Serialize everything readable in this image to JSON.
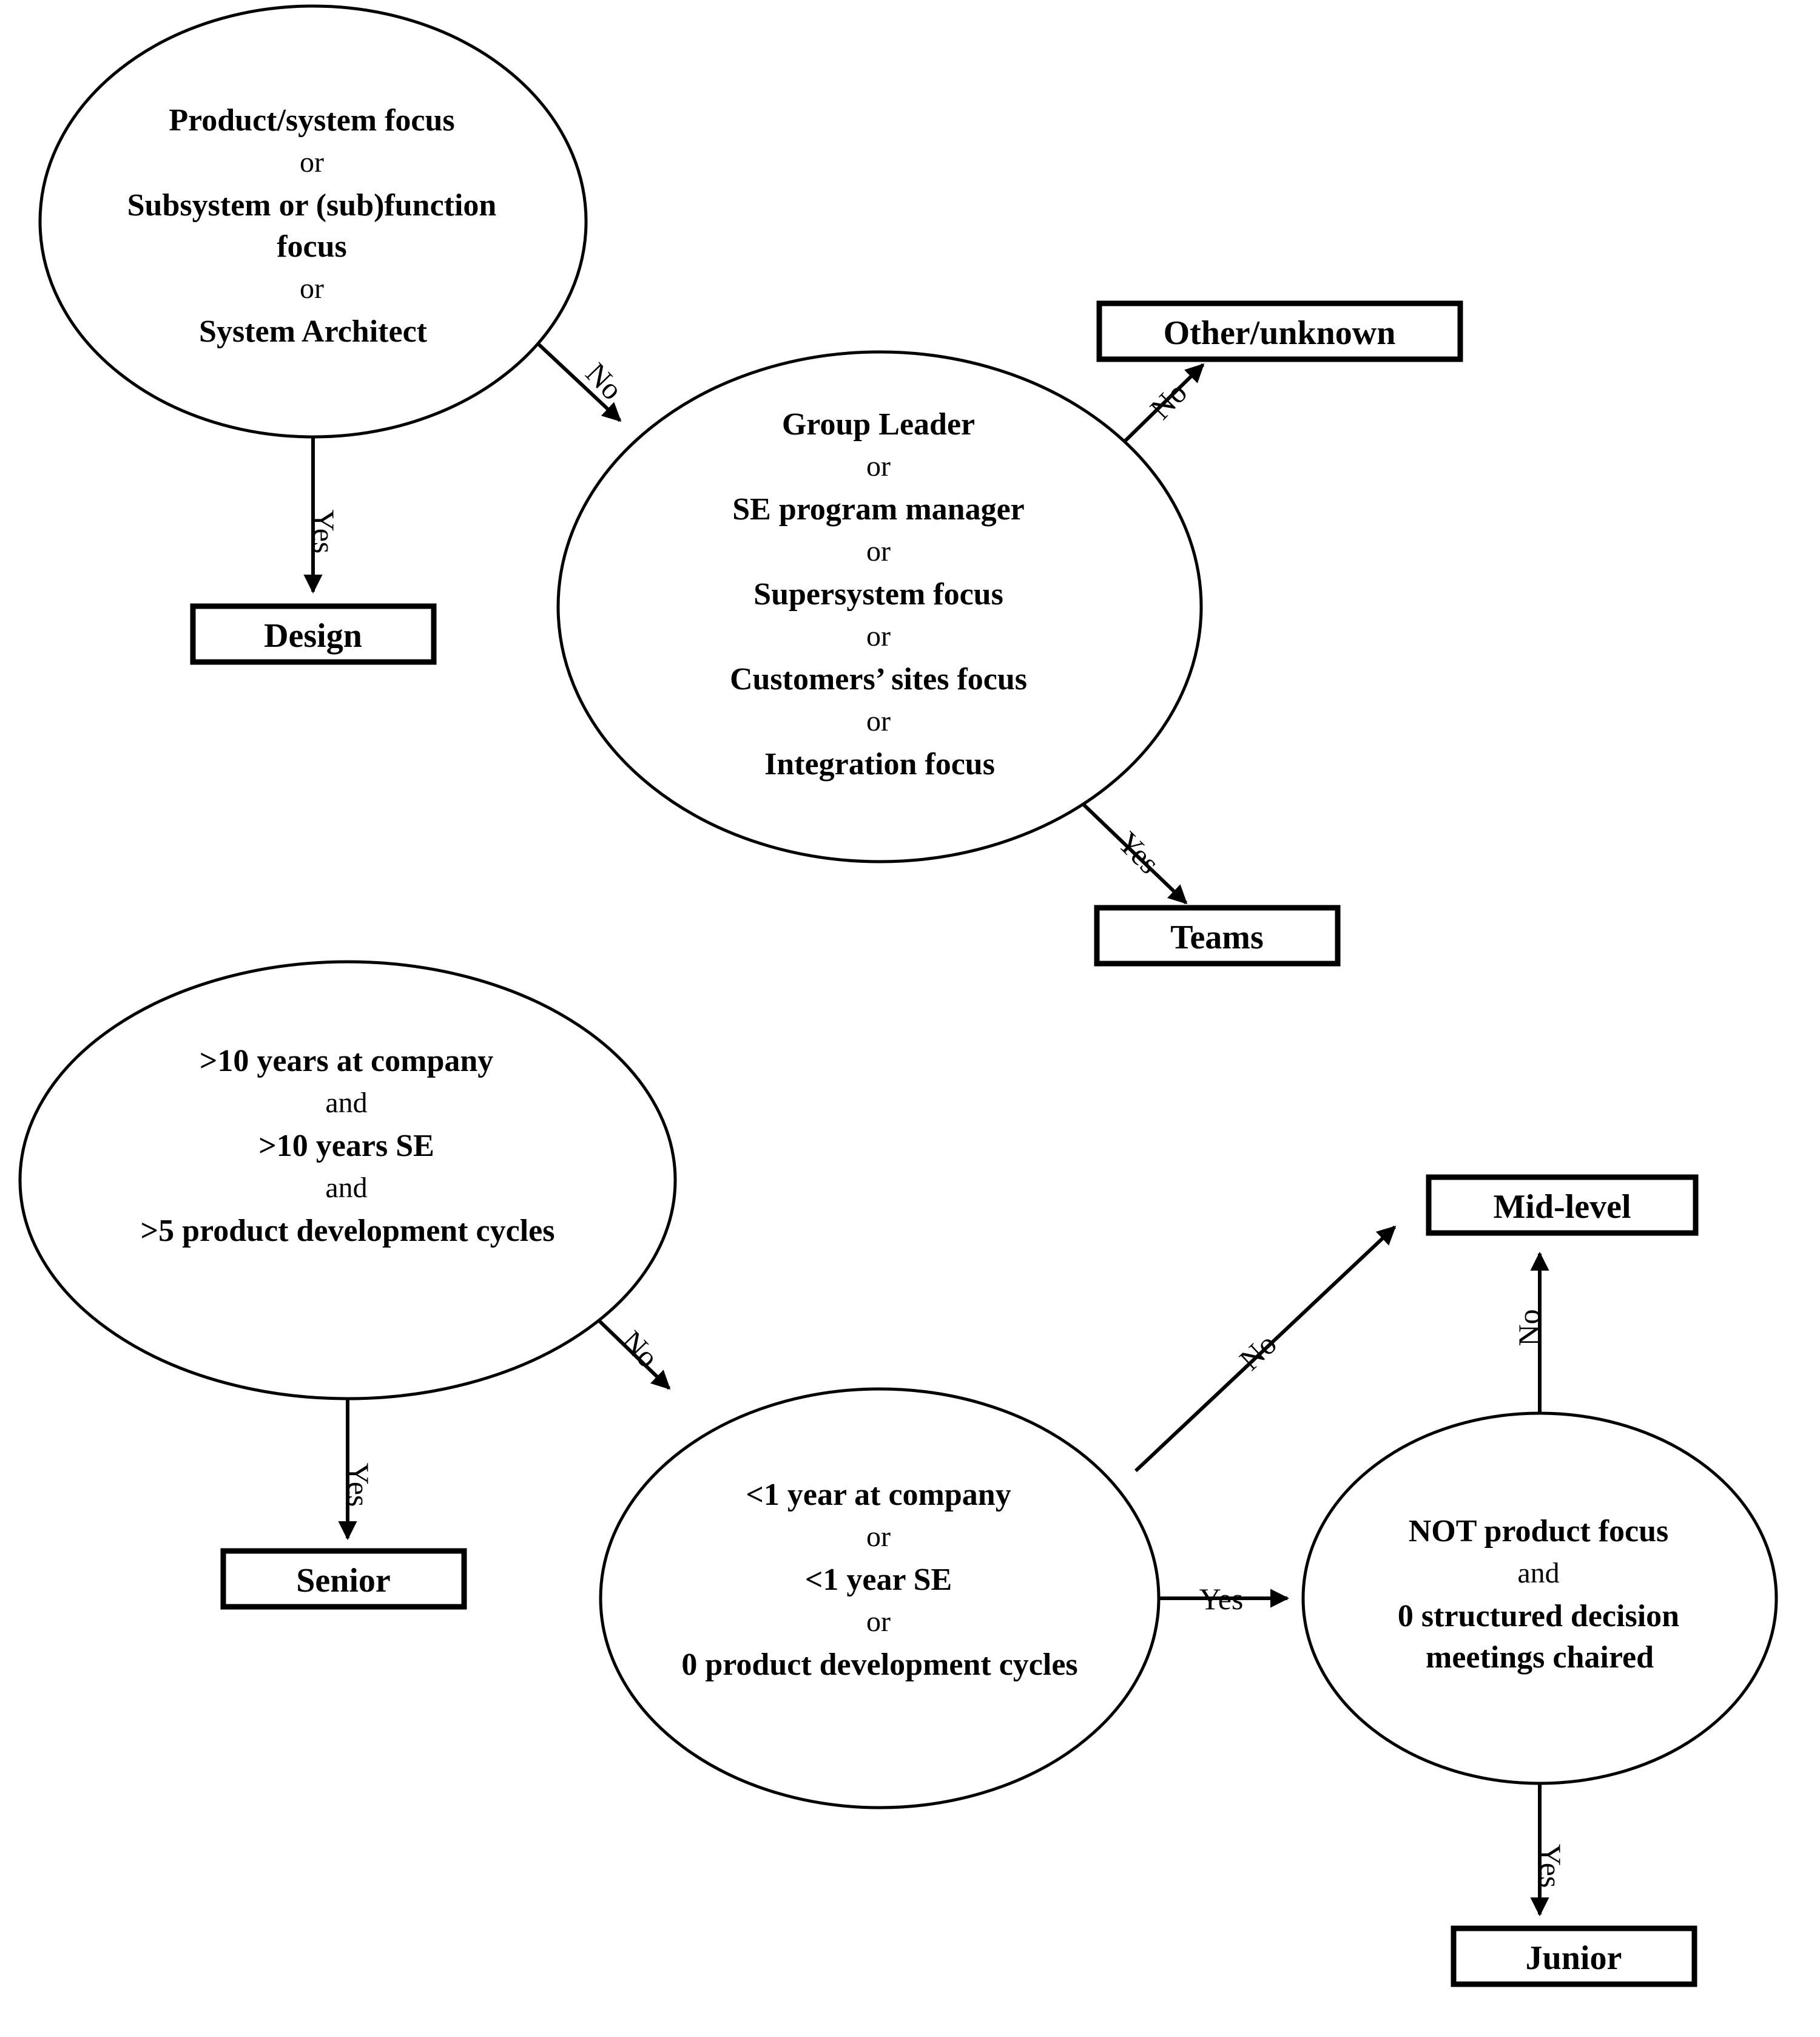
{
  "diagram": {
    "type": "decision-flowchart",
    "title_visible": false,
    "nodes": [
      {
        "id": "role-focus",
        "shape": "ellipse",
        "lines": [
          {
            "text": "Product/system focus",
            "style": "bold"
          },
          {
            "text": "or",
            "style": "normal"
          },
          {
            "text": "Subsystem or (sub)function",
            "style": "bold"
          },
          {
            "text": "focus",
            "style": "bold"
          },
          {
            "text": "or",
            "style": "normal"
          },
          {
            "text": "System Architect",
            "style": "bold"
          }
        ]
      },
      {
        "id": "group-leader",
        "shape": "ellipse",
        "lines": [
          {
            "text": "Group Leader",
            "style": "bold"
          },
          {
            "text": "or",
            "style": "normal"
          },
          {
            "text": "SE program manager",
            "style": "bold"
          },
          {
            "text": "or",
            "style": "normal"
          },
          {
            "text": "Supersystem focus",
            "style": "bold"
          },
          {
            "text": "or",
            "style": "normal"
          },
          {
            "text": "Customers’ sites focus",
            "style": "bold"
          },
          {
            "text": "or",
            "style": "normal"
          },
          {
            "text": "Integration focus",
            "style": "bold"
          }
        ]
      },
      {
        "id": "seniority-high",
        "shape": "ellipse",
        "lines": [
          {
            "text": ">10 years at company",
            "style": "bold"
          },
          {
            "text": "and",
            "style": "normal"
          },
          {
            "text": ">10 years SE",
            "style": "bold"
          },
          {
            "text": "and",
            "style": "normal"
          },
          {
            "text": ">5 product development cycles",
            "style": "bold"
          }
        ]
      },
      {
        "id": "seniority-low",
        "shape": "ellipse",
        "lines": [
          {
            "text": "<1 year at company",
            "style": "bold"
          },
          {
            "text": "or",
            "style": "normal"
          },
          {
            "text": "<1 year SE",
            "style": "bold"
          },
          {
            "text": "or",
            "style": "normal"
          },
          {
            "text": "0 product development cycles",
            "style": "bold"
          }
        ]
      },
      {
        "id": "not-product-focus",
        "shape": "ellipse",
        "lines": [
          {
            "text": "NOT product focus",
            "style": "bold"
          },
          {
            "text": "and",
            "style": "normal"
          },
          {
            "text": "0 structured decision",
            "style": "bold"
          },
          {
            "text": "meetings chaired",
            "style": "bold"
          }
        ]
      }
    ],
    "terminals": [
      {
        "id": "design",
        "label": "Design"
      },
      {
        "id": "other-unknown",
        "label": "Other/unknown"
      },
      {
        "id": "teams",
        "label": "Teams"
      },
      {
        "id": "senior",
        "label": "Senior"
      },
      {
        "id": "mid-level",
        "label": "Mid-level"
      },
      {
        "id": "junior",
        "label": "Junior"
      }
    ],
    "edges": [
      {
        "id": "e1",
        "from": "role-focus",
        "to": "design",
        "label": "Yes"
      },
      {
        "id": "e2",
        "from": "role-focus",
        "to": "group-leader",
        "label": "No"
      },
      {
        "id": "e3",
        "from": "group-leader",
        "to": "other-unknown",
        "label": "No"
      },
      {
        "id": "e4",
        "from": "group-leader",
        "to": "teams",
        "label": "Yes"
      },
      {
        "id": "e5",
        "from": "seniority-high",
        "to": "senior",
        "label": "Yes"
      },
      {
        "id": "e6",
        "from": "seniority-high",
        "to": "seniority-low",
        "label": "No"
      },
      {
        "id": "e7",
        "from": "seniority-low",
        "to": "mid-level",
        "label": "No"
      },
      {
        "id": "e8",
        "from": "seniority-low",
        "to": "not-product-focus",
        "label": "Yes"
      },
      {
        "id": "e9",
        "from": "not-product-focus",
        "to": "mid-level",
        "label": "No"
      },
      {
        "id": "e10",
        "from": "not-product-focus",
        "to": "junior",
        "label": "Yes"
      }
    ],
    "colors": {
      "stroke": "#000000",
      "fill": "#ffffff",
      "text": "#000000"
    }
  }
}
